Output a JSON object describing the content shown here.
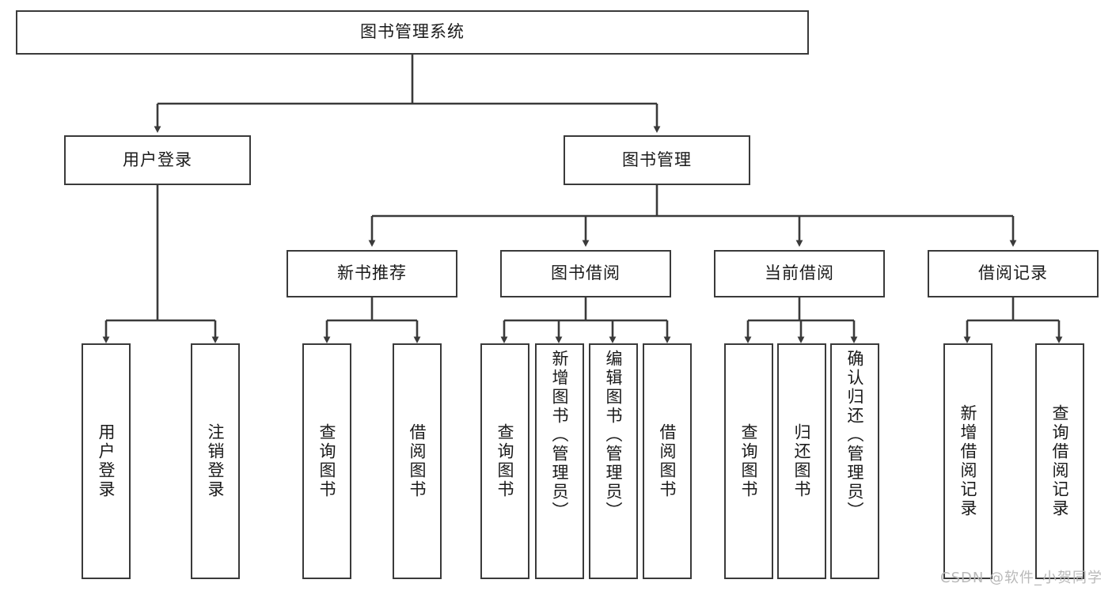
{
  "diagram": {
    "title": "图书管理系统",
    "type": "tree-hierarchy-diagram",
    "colors": {
      "box_border": "#3a3a3a",
      "box_fill": "#ffffff",
      "edge": "#3a3a3a",
      "text": "#1a1a1a",
      "watermark": "#b9b9b9",
      "background": "#ffffff"
    }
  },
  "root": {
    "label": "图书管理系统"
  },
  "level1": [
    {
      "label": "用户登录"
    },
    {
      "label": "图书管理"
    }
  ],
  "level2": [
    {
      "label": "新书推荐"
    },
    {
      "label": "图书借阅"
    },
    {
      "label": "当前借阅"
    },
    {
      "label": "借阅记录"
    }
  ],
  "leaves": {
    "user_login": [
      {
        "label": "用户登录"
      },
      {
        "label": "注销登录"
      }
    ],
    "new_book_recommend": [
      {
        "label": "查询图书"
      },
      {
        "label": "借阅图书"
      }
    ],
    "book_borrow": [
      {
        "label": "查询图书"
      },
      {
        "label": "新增图书（管理员）"
      },
      {
        "label": "编辑图书（管理员）"
      },
      {
        "label": "借阅图书"
      }
    ],
    "current_borrow": [
      {
        "label": "查询图书"
      },
      {
        "label": "归还图书"
      },
      {
        "label": "确认归还（管理员）"
      }
    ],
    "borrow_record": [
      {
        "label": "新增借阅记录"
      },
      {
        "label": "查询借阅记录"
      }
    ]
  },
  "watermark": {
    "text": "CSDN @软件_小贺同学"
  }
}
